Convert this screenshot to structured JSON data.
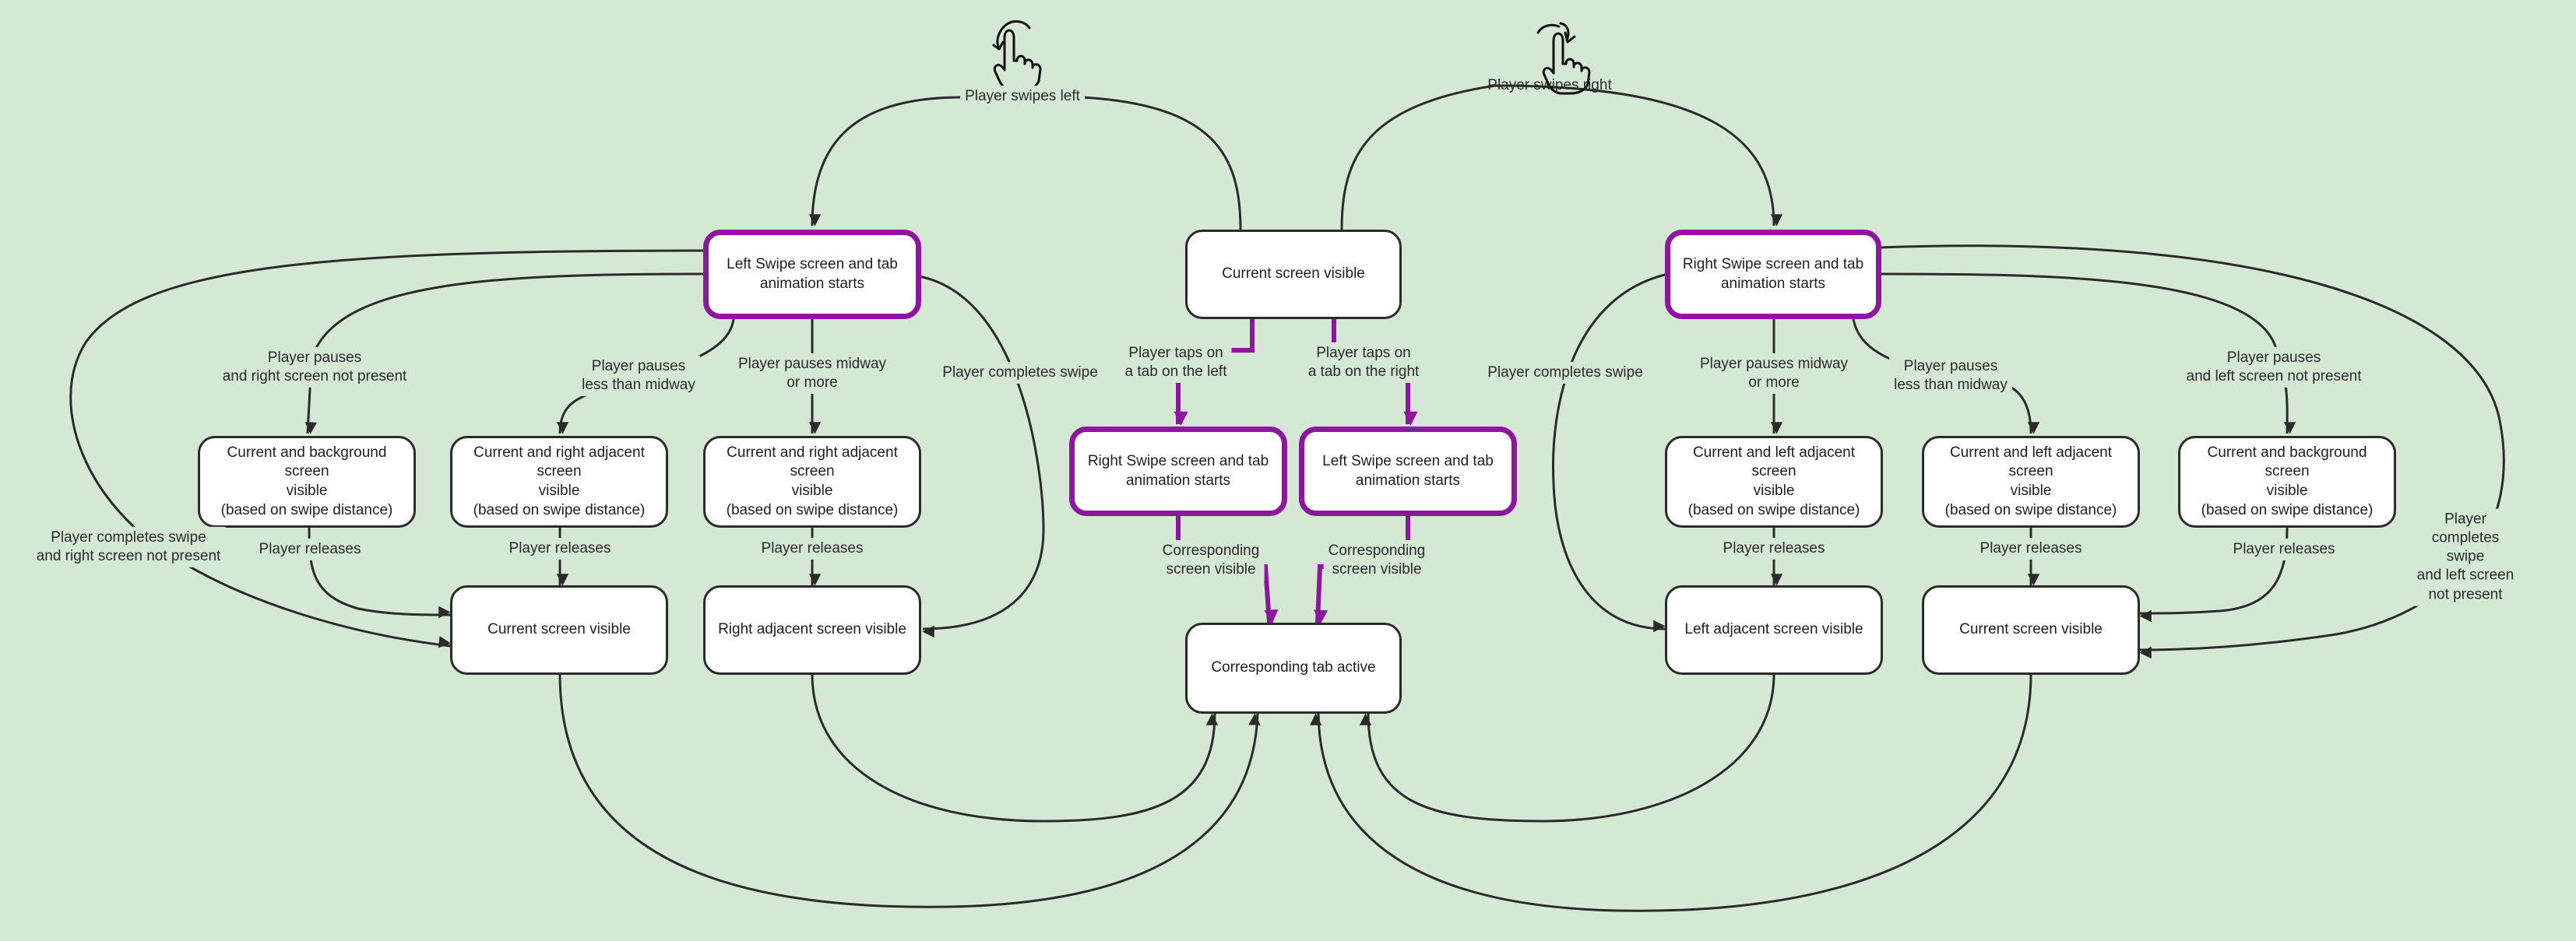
{
  "colors": {
    "background": "#d4e8d4",
    "edge": "#2b2b2b",
    "accent": "#8e169e",
    "node_fill": "#ffffff"
  },
  "icons": {
    "swipe_left": "swipe-left-hand-icon",
    "swipe_right": "swipe-right-hand-icon"
  },
  "nodes": {
    "n_current_top": "Current screen visible",
    "n_lswipe_anim": "Left Swipe screen and tab\nanimation starts",
    "n_rswipe_anim": "Right Swipe screen and tab\nanimation starts",
    "n_l_bg": "Current and background screen\nvisible\n(based on swipe distance)",
    "n_l_adj1": "Current and right adjacent screen\nvisible\n(based on swipe distance)",
    "n_l_adj2": "Current and right adjacent screen\nvisible\n(based on swipe distance)",
    "n_l_current": "Current screen visible",
    "n_l_radj": "Right adjacent screen visible",
    "n_tap_right_anim": "Right Swipe screen and tab\nanimation starts",
    "n_tap_left_anim": "Left Swipe screen and tab\nanimation starts",
    "n_tab_active": "Corresponding tab active",
    "n_r_adj2": "Current and left adjacent screen\nvisible\n(based on swipe distance)",
    "n_r_adj1": "Current and left adjacent screen\nvisible\n(based on swipe distance)",
    "n_r_bg": "Current and background screen\nvisible\n(based on swipe distance)",
    "n_r_ladj": "Left adjacent screen visible",
    "n_r_current": "Current screen visible"
  },
  "labels": {
    "swipes_left": "Player swipes left",
    "swipes_right": "Player swipes right",
    "l_pause_noright": "Player pauses\nand right screen not present",
    "l_pause_less": "Player pauses\nless than midway",
    "l_pause_mid": "Player pauses midway\nor more",
    "l_completes": "Player completes swipe",
    "l_complete_noright": "Player completes swipe\nand right screen not present",
    "l_rel_bg": "Player releases",
    "l_rel_adj1": "Player releases",
    "l_rel_adj2": "Player releases",
    "tap_left": "Player taps on\na tab on the left",
    "tap_right": "Player taps on\na tab on the right",
    "corr_left": "Corresponding\nscreen visible",
    "corr_right": "Corresponding\nscreen visible",
    "r_completes": "Player completes swipe",
    "r_pause_mid": "Player pauses midway\nor more",
    "r_pause_less": "Player pauses\nless than midway",
    "r_pause_noleft": "Player pauses\nand left screen not present",
    "r_complete_noleft": "Player completes swipe\nand left screen not present",
    "r_rel_adj2": "Player releases",
    "r_rel_adj1": "Player releases",
    "r_rel_bg": "Player releases"
  }
}
